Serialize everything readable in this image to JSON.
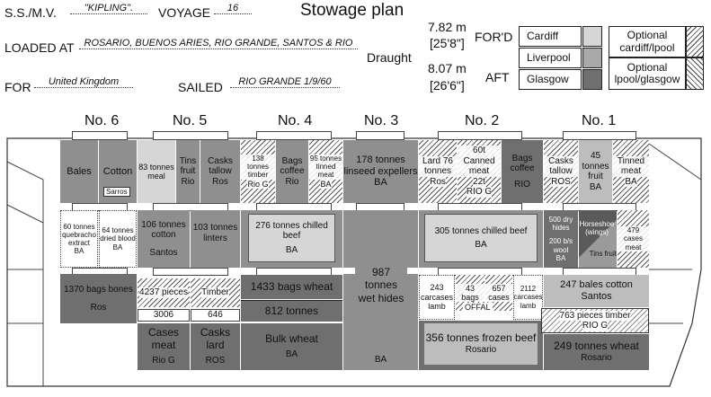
{
  "header": {
    "ship_label": "S.S./M.V.",
    "ship_name": "\"KIPLING\".",
    "voyage_label": "VOYAGE",
    "voyage": "16",
    "title": "Stowage plan",
    "loaded_label": "LOADED AT",
    "loaded_at": "ROSARIO, BUENOS ARIES, RIO GRANDE, SANTOS & RIO",
    "for_label": "FOR",
    "for_value": "United Kingdom",
    "sailed_label": "SAILED",
    "sailed_value": "RIO GRANDE 1/9/60",
    "draught_label": "Draught",
    "ford_m": "7.82 m",
    "ford_ft": "[25'8\"]",
    "aft_m": "8.07 m",
    "aft_ft": "[26'6\"]",
    "ford_label": "FOR'D",
    "aft_label": "AFT"
  },
  "legend": {
    "cardiff": "Cardiff",
    "liverpool": "Liverpool",
    "glasgow": "Glasgow",
    "opt1": "Optional cardiff/lpool",
    "opt2": "Optional lpool/glasgow",
    "colors": {
      "cardiff": "#d6d6d6",
      "liverpool": "#a9a9a9",
      "glasgow": "#6f6f6f"
    }
  },
  "holds": {
    "no6": "No. 6",
    "no5": "No. 5",
    "no4": "No. 4",
    "no3": "No. 3",
    "no2": "No. 2",
    "no1": "No. 1"
  },
  "cargo": {
    "h6": {
      "bales": "Bales",
      "cotton": "Cotton",
      "sarros": "Sarros",
      "quebracho": "60 tonnes quebracho extract",
      "quebracho_port": "BA",
      "blood": "64 tonnes dried blood",
      "blood_port": "BA",
      "bones": "1370 bags bones",
      "bones_port": "Ros"
    },
    "h5": {
      "meal": "83 tonnes meal",
      "tins": "Tins fruit",
      "tins_port": "Rio",
      "tallow": "Casks tallow",
      "tallow_port": "Ros",
      "cotton": "106 tonnes cotton",
      "linters": "103 tonnes linters",
      "santos": "Santos",
      "pieces": "4237 pieces",
      "timber": "Timber",
      "n3006": "3006",
      "n646": "646",
      "cases_meat": "Cases meat",
      "cases_port": "Rio G",
      "casks_lard": "Casks lard",
      "lard_port": "ROS"
    },
    "h4": {
      "timber": "138 tonnes timber",
      "timber_port": "Rio G",
      "coffee": "Bags coffee",
      "coffee_port": "Rio",
      "tinned": "95 tonnes tinned meat",
      "tinned_port": "BA",
      "beef": "276 tonnes chilled beef",
      "beef_port": "BA",
      "wheat_bags": "1433 bags wheat",
      "tonnes812": "812 tonnes",
      "bulk": "Bulk wheat",
      "bulk_port": "BA"
    },
    "h3": {
      "linseed": "178 tonnes linseed expellers",
      "linseed_port": "BA",
      "hides": "987 tonnes wet hides",
      "hides_port": "BA"
    },
    "h2": {
      "lard": "Lard 76 tonnes",
      "lard_port": "Ros",
      "canned": "60t Canned meat",
      "t22": "22t",
      "riog": "RIO G",
      "coffee": "Bags coffee",
      "coffee_port": "RIO",
      "beef": "305 tonnes chilled beef",
      "beef_port": "BA",
      "c243": "243 carcases lamb",
      "bags43": "43 bags",
      "offal": "OFFAL",
      "cases657": "657 cases",
      "c2112": "2112 carcases lamb",
      "frozen": "356 tonnes frozen beef",
      "frozen_port": "Rosario"
    },
    "h1": {
      "casks": "Casks tallow",
      "casks_port": "ROS",
      "fruit": "45 tonnes fruit",
      "fruit_port": "BA",
      "tinned": "Tinned meat",
      "tinned_port": "BA",
      "hides": "500 dry hides",
      "wool": "200 b/s wool",
      "wool_port": "BA",
      "horse": "Horseshoe (wings)",
      "tinsfruit": "Tins fruit",
      "cases": "479 cases meat",
      "bales": "247 bales cotton",
      "bales_port": "Santos",
      "timber": "763 pieces timber",
      "timber_port": "RIO G",
      "wheat": "249 tonnes wheat",
      "wheat_port": "Rosario"
    }
  }
}
